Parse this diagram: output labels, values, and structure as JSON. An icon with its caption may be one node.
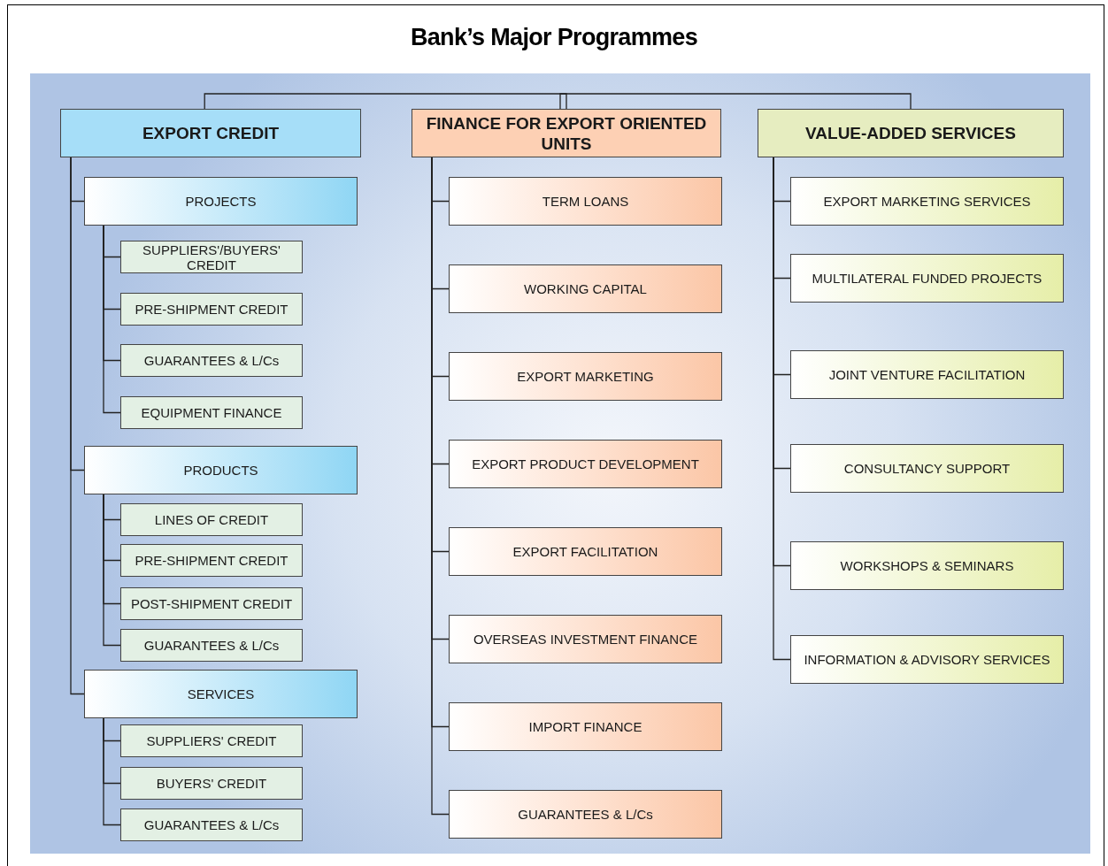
{
  "diagram": {
    "title": "Bank’s Major Programmes",
    "nodes": [
      {
        "text": [
          "EXPORT CREDIT"
        ]
      },
      {
        "text": [
          "PROJECTS"
        ]
      },
      {
        "text": [
          "SUPPLIERS'/BUYERS' CREDIT"
        ]
      },
      {
        "text": [
          "PRE-SHIPMENT CREDIT"
        ]
      },
      {
        "text": [
          "GUARANTEES & L/Cs"
        ]
      },
      {
        "text": [
          "EQUIPMENT FINANCE"
        ]
      },
      {
        "text": [
          "PRODUCTS"
        ]
      },
      {
        "text": [
          "LINES OF CREDIT"
        ]
      },
      {
        "text": [
          "PRE-SHIPMENT CREDIT"
        ]
      },
      {
        "text": [
          "POST-SHIPMENT CREDIT"
        ]
      },
      {
        "text": [
          "GUARANTEES & L/Cs"
        ]
      },
      {
        "text": [
          "SERVICES"
        ]
      },
      {
        "text": [
          "SUPPLIERS' CREDIT"
        ]
      },
      {
        "text": [
          "BUYERS' CREDIT"
        ]
      },
      {
        "text": [
          "GUARANTEES & L/Cs"
        ]
      },
      {
        "text": [
          "FINANCE FOR EXPORT ORIENTED UNITS"
        ]
      },
      {
        "text": [
          "TERM LOANS"
        ]
      },
      {
        "text": [
          "WORKING CAPITAL"
        ]
      },
      {
        "text": [
          "EXPORT MARKETING"
        ]
      },
      {
        "text": [
          "EXPORT PRODUCT DEVELOPMENT"
        ]
      },
      {
        "text": [
          "EXPORT FACILITATION"
        ]
      },
      {
        "text": [
          "OVERSEAS INVESTMENT FINANCE"
        ]
      },
      {
        "text": [
          "IMPORT FINANCE"
        ]
      },
      {
        "text": [
          "GUARANTEES & L/Cs"
        ]
      },
      {
        "text": [
          "VALUE-ADDED SERVICES"
        ]
      },
      {
        "text": [
          "EXPORT MARKETING SERVICES"
        ]
      },
      {
        "text": [
          "MULTILATERAL FUNDED PROJECTS"
        ]
      },
      {
        "text": [
          "JOINT VENTURE FACILITATION"
        ]
      },
      {
        "text": [
          "CONSULTANCY SUPPORT"
        ]
      },
      {
        "text": [
          "WORKSHOPS & SEMINARS"
        ]
      },
      {
        "text": [
          "INFORMATION & ADVISORY SERVICES"
        ]
      }
    ],
    "edges": [
      {
        "from": 0,
        "to": 15,
        "arrow": "none"
      },
      {
        "from": 15,
        "to": 24,
        "arrow": "none"
      },
      {
        "from": 0,
        "to": 1,
        "arrow": "none"
      },
      {
        "from": 1,
        "to": 2,
        "arrow": "none"
      },
      {
        "from": 1,
        "to": 3,
        "arrow": "none"
      },
      {
        "from": 1,
        "to": 4,
        "arrow": "none"
      },
      {
        "from": 1,
        "to": 5,
        "arrow": "none"
      },
      {
        "from": 0,
        "to": 6,
        "arrow": "none"
      },
      {
        "from": 6,
        "to": 7,
        "arrow": "none"
      },
      {
        "from": 6,
        "to": 8,
        "arrow": "none"
      },
      {
        "from": 6,
        "to": 9,
        "arrow": "none"
      },
      {
        "from": 6,
        "to": 10,
        "arrow": "none"
      },
      {
        "from": 0,
        "to": 11,
        "arrow": "none"
      },
      {
        "from": 11,
        "to": 12,
        "arrow": "none"
      },
      {
        "from": 11,
        "to": 13,
        "arrow": "none"
      },
      {
        "from": 11,
        "to": 14,
        "arrow": "none"
      },
      {
        "from": 15,
        "to": 16,
        "arrow": "none"
      },
      {
        "from": 15,
        "to": 17,
        "arrow": "none"
      },
      {
        "from": 15,
        "to": 18,
        "arrow": "none"
      },
      {
        "from": 15,
        "to": 19,
        "arrow": "none"
      },
      {
        "from": 15,
        "to": 20,
        "arrow": "none"
      },
      {
        "from": 15,
        "to": 21,
        "arrow": "none"
      },
      {
        "from": 15,
        "to": 22,
        "arrow": "none"
      },
      {
        "from": 15,
        "to": 23,
        "arrow": "none"
      },
      {
        "from": 24,
        "to": 25,
        "arrow": "none"
      },
      {
        "from": 24,
        "to": 26,
        "arrow": "none"
      },
      {
        "from": 24,
        "to": 27,
        "arrow": "none"
      },
      {
        "from": 24,
        "to": 28,
        "arrow": "none"
      },
      {
        "from": 24,
        "to": 29,
        "arrow": "none"
      },
      {
        "from": 24,
        "to": 30,
        "arrow": "none"
      }
    ]
  }
}
